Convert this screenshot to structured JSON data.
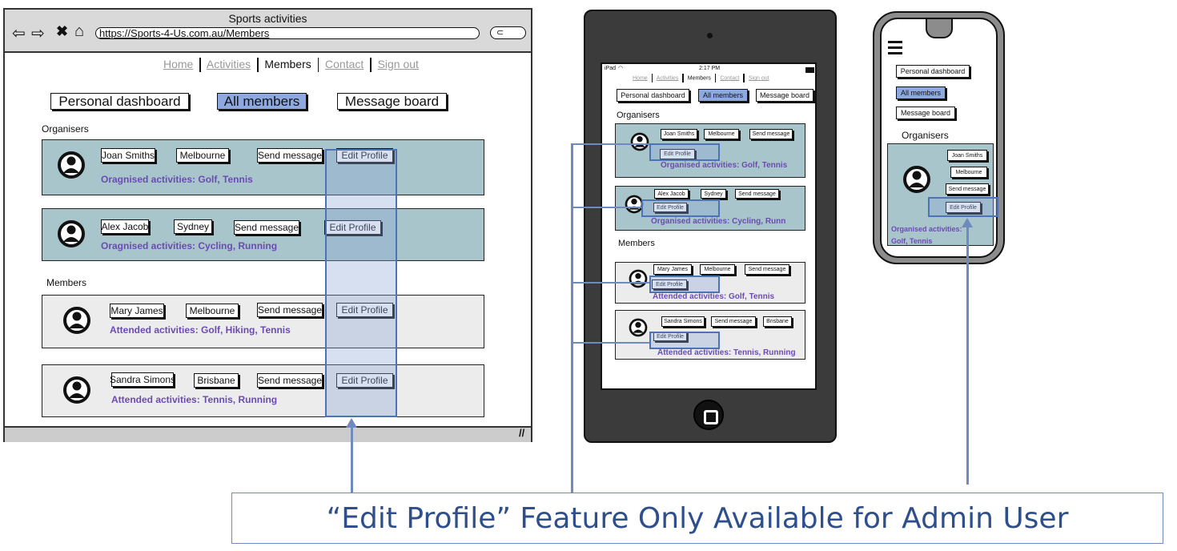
{
  "desktop": {
    "window_title": "Sports activities",
    "url": "https://Sports-4-Us.com.au/Members",
    "nav": [
      "Home",
      "Activities",
      "Members",
      "Contact",
      "Sign out"
    ],
    "tabs": [
      "Personal dashboard",
      "All members",
      "Message board"
    ],
    "organisers_heading": "Organisers",
    "members_heading": "Members",
    "organisers": [
      {
        "name": "Joan Smiths",
        "city": "Melbourne",
        "send": "Send message",
        "edit": "Edit Profile",
        "activities": "Oragnised activities: Golf, Tennis"
      },
      {
        "name": "Alex Jacob",
        "city": "Sydney",
        "send": "Send message",
        "edit": "Edit Profile",
        "activities": "Oragnised activities: Cycling, Running"
      }
    ],
    "members": [
      {
        "name": "Mary James",
        "city": "Melbourne",
        "send": "Send message",
        "edit": "Edit Profile",
        "activities": "Attended activities: Golf, Hiking, Tennis"
      },
      {
        "name": "Sandra Simons",
        "city": "Brisbane",
        "send": "Send message",
        "edit": "Edit Profile",
        "activities": "Attended activities: Tennis, Running"
      }
    ]
  },
  "tablet": {
    "status": {
      "carrier": "iPad",
      "time": "2:17 PM"
    },
    "nav": [
      "Home",
      "Activities",
      "Members",
      "Contact",
      "Sign out"
    ],
    "tabs": [
      "Personal dashboard",
      "All members",
      "Message board"
    ],
    "organisers_heading": "Organisers",
    "members_heading": "Members",
    "organisers": [
      {
        "name": "Joan Smiths",
        "city": "Melbourne",
        "send": "Send message",
        "edit": "Edit Profile",
        "activities": "Organised activities: Golf, Tennis"
      },
      {
        "name": "Alex Jacob",
        "city": "Sydney",
        "send": "Send message",
        "edit": "Edit Profile",
        "activities": "Organised activities: Cycling, Runn"
      }
    ],
    "members": [
      {
        "name": "Mary James",
        "city": "Melbourne",
        "send": "Send message",
        "edit": "Edit Profile",
        "activities": "Attended activities: Golf, Tennis"
      },
      {
        "name": "Sandra Simons",
        "send": "Send message",
        "city": "Brisbane",
        "edit": "Edit Profile",
        "activities": "Attended activities: Tennis, Running"
      }
    ]
  },
  "phone": {
    "tabs": [
      "Personal dashboard",
      "All members",
      "Message board"
    ],
    "organisers_heading": "Organisers",
    "organiser": {
      "name": "Joan Smiths",
      "city": "Melbourne",
      "send": "Send message",
      "edit": "Edit Profile",
      "activities": "Organised activities: Golf, Tennis"
    }
  },
  "annotation": "“Edit Profile” Feature Only Available for Admin User",
  "colors": {
    "organiser_card": "#a8c5cb",
    "member_card": "#ececec",
    "selected_tab": "#8ea9e0",
    "activity_text": "#6b4bb3",
    "callout": "#2e4f8c",
    "connector": "#6f8bbd"
  }
}
